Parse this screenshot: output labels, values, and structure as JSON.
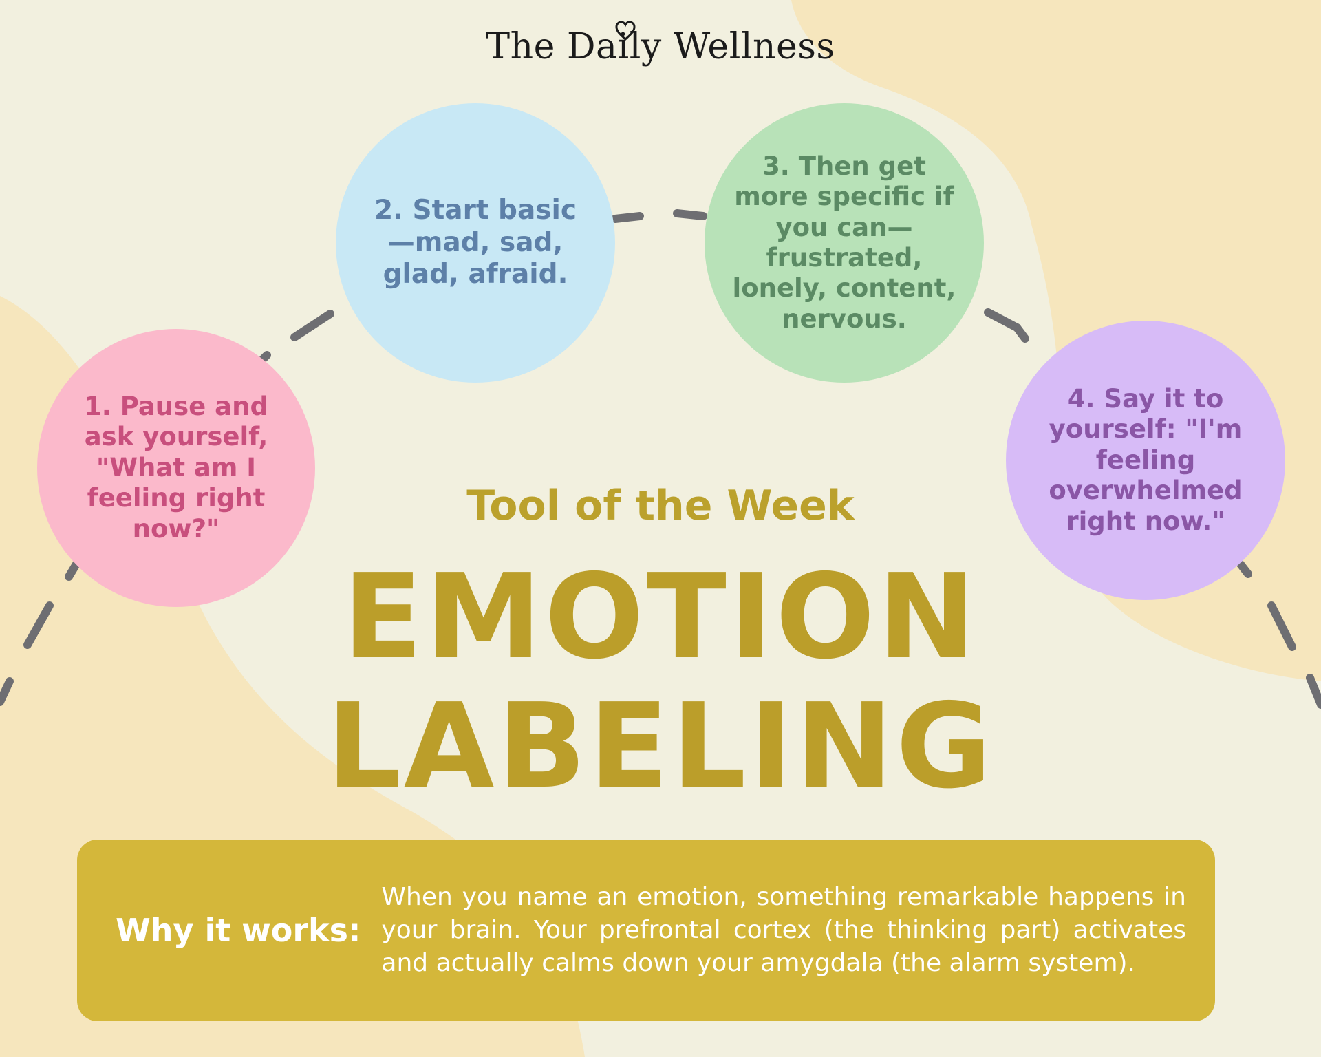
{
  "brand": {
    "name": "The Daily Wellness",
    "logo_icon": "heart-icon"
  },
  "steps": [
    {
      "text": "1. Pause and ask yourself, \"What am I feeling right now?\"",
      "color": "#fbb9cb",
      "text_color": "#c84f7d"
    },
    {
      "text": "2. Start basic —mad, sad, glad, afraid.",
      "color": "#c8e8f5",
      "text_color": "#5d80a8"
    },
    {
      "text": "3. Then get more specific if you can— frustrated, lonely, content, nervous.",
      "color": "#b8e2b8",
      "text_color": "#5b8a64"
    },
    {
      "text": "4. Say it to yourself: \"I'm feeling overwhelmed right now.\"",
      "color": "#d7bbf7",
      "text_color": "#8a56a6"
    }
  ],
  "header": {
    "kicker": "Tool of the Week",
    "title_line1": "EMOTION",
    "title_line2": "LABELING"
  },
  "why": {
    "label": "Why it works:",
    "text": "When you name an emotion, something remarkable happens in your brain. Your prefrontal cortex (the thinking part) activates and actually calms down your amygdala (the alarm system)."
  },
  "colors": {
    "background": "#f2f0df",
    "blob": "#f6e6bd",
    "accent": "#bb9e2a",
    "why_box": "#d4b73a",
    "dash": "#6e6e72"
  }
}
